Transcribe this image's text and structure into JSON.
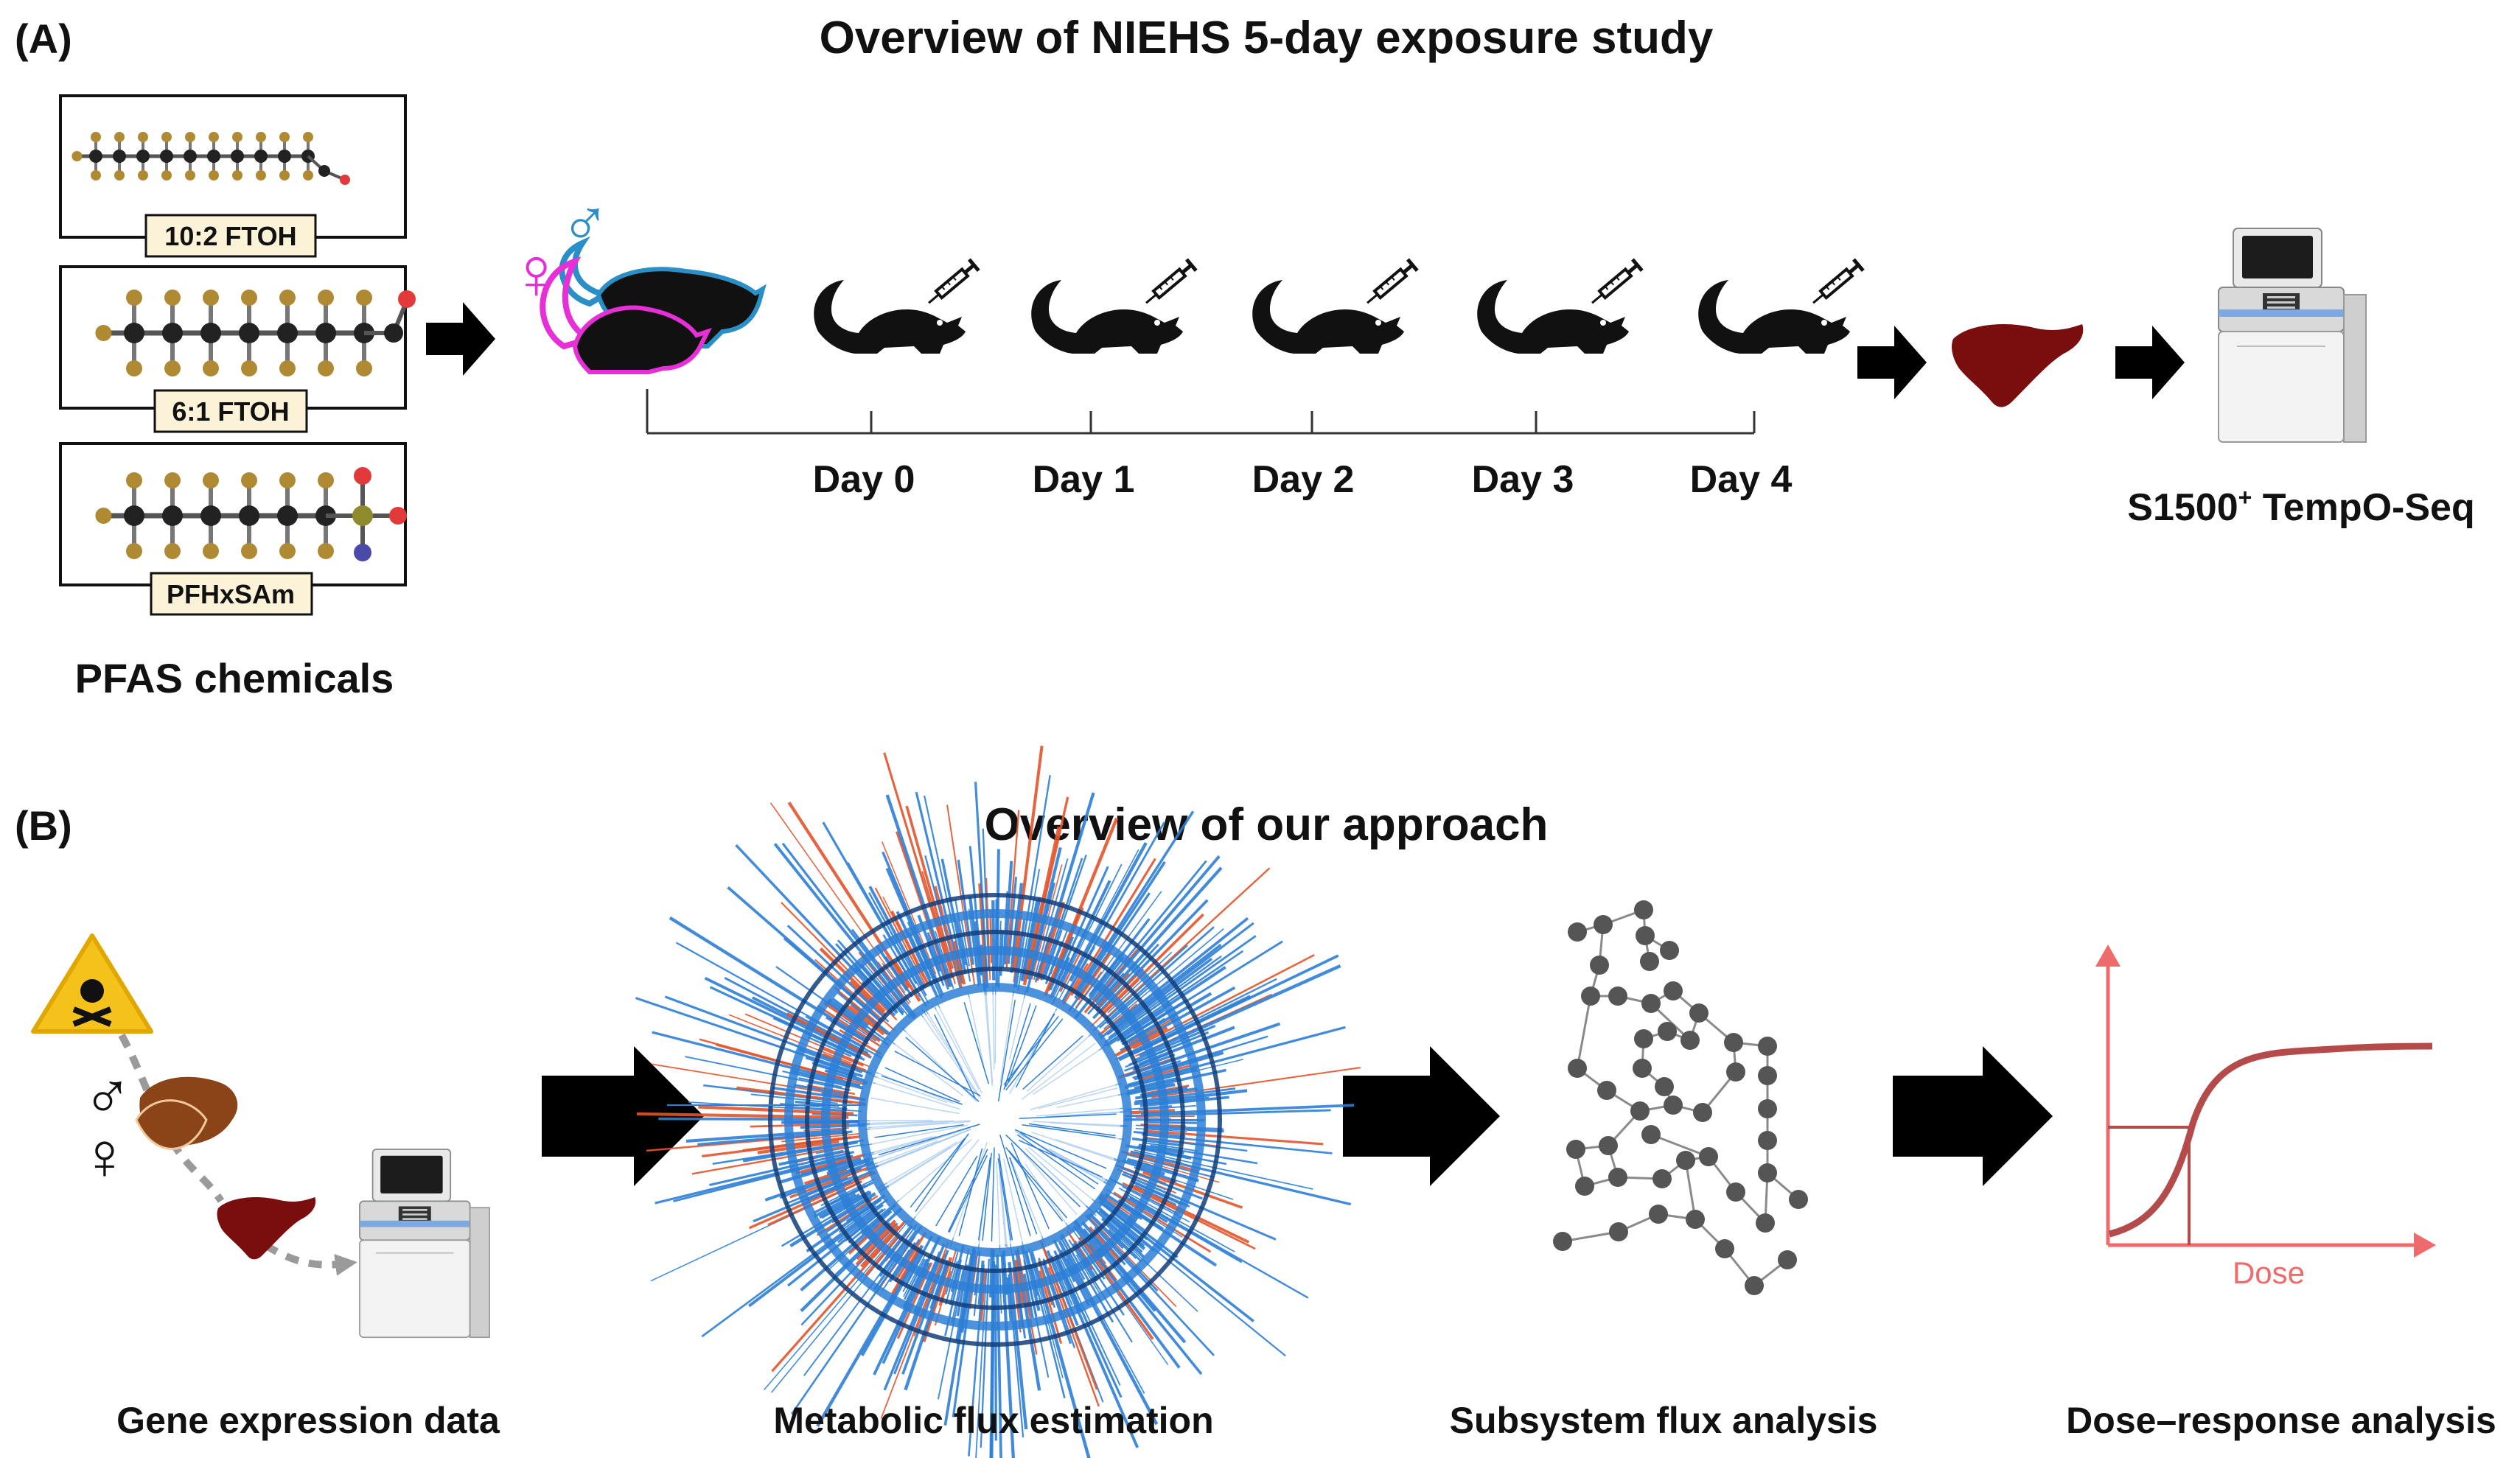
{
  "panel_a": {
    "label": "(A)",
    "title": "Overview of NIEHS 5-day exposure study",
    "chemicals": [
      {
        "name": "10:2 FTOH"
      },
      {
        "name": "6:1 FTOH"
      },
      {
        "name": "PFHxSAm"
      }
    ],
    "chemicals_caption": "PFAS chemicals",
    "days": [
      "Day 0",
      "Day 1",
      "Day 2",
      "Day 3",
      "Day 4"
    ],
    "sequencer_label": "S1500",
    "sequencer_superscript": "+",
    "sequencer_label_rest": " TempO-Seq",
    "male_symbol": "♂",
    "female_symbol": "♀"
  },
  "panel_b": {
    "label": "(B)",
    "title": "Overview of our approach",
    "steps": [
      {
        "label": "Gene expression data"
      },
      {
        "label": "Metabolic flux estimation"
      },
      {
        "label": "Subsystem flux analysis"
      },
      {
        "label": "Dose–response analysis"
      }
    ],
    "dose_axis_label": "Dose",
    "male_symbol": "♂",
    "female_symbol": "♀"
  },
  "colors": {
    "arrow": "#000000",
    "liver": "#7a0e0e",
    "carbon": "#222222",
    "fluorine": "#b08a32",
    "oxygen": "#e23a3a",
    "nitrogen": "#4a4aa8",
    "sulfur": "#8f8a2c",
    "female": "#e62fd6",
    "male": "#2a8fc6",
    "flux_blue": "#2d7fd6",
    "flux_orange": "#e2552c",
    "network_node": "#555555",
    "dose_curve": "#b44a4a",
    "dose_axis": "#ef6b6b",
    "hazard": "#f5c21b",
    "mouse_brown": "#8a4418"
  }
}
